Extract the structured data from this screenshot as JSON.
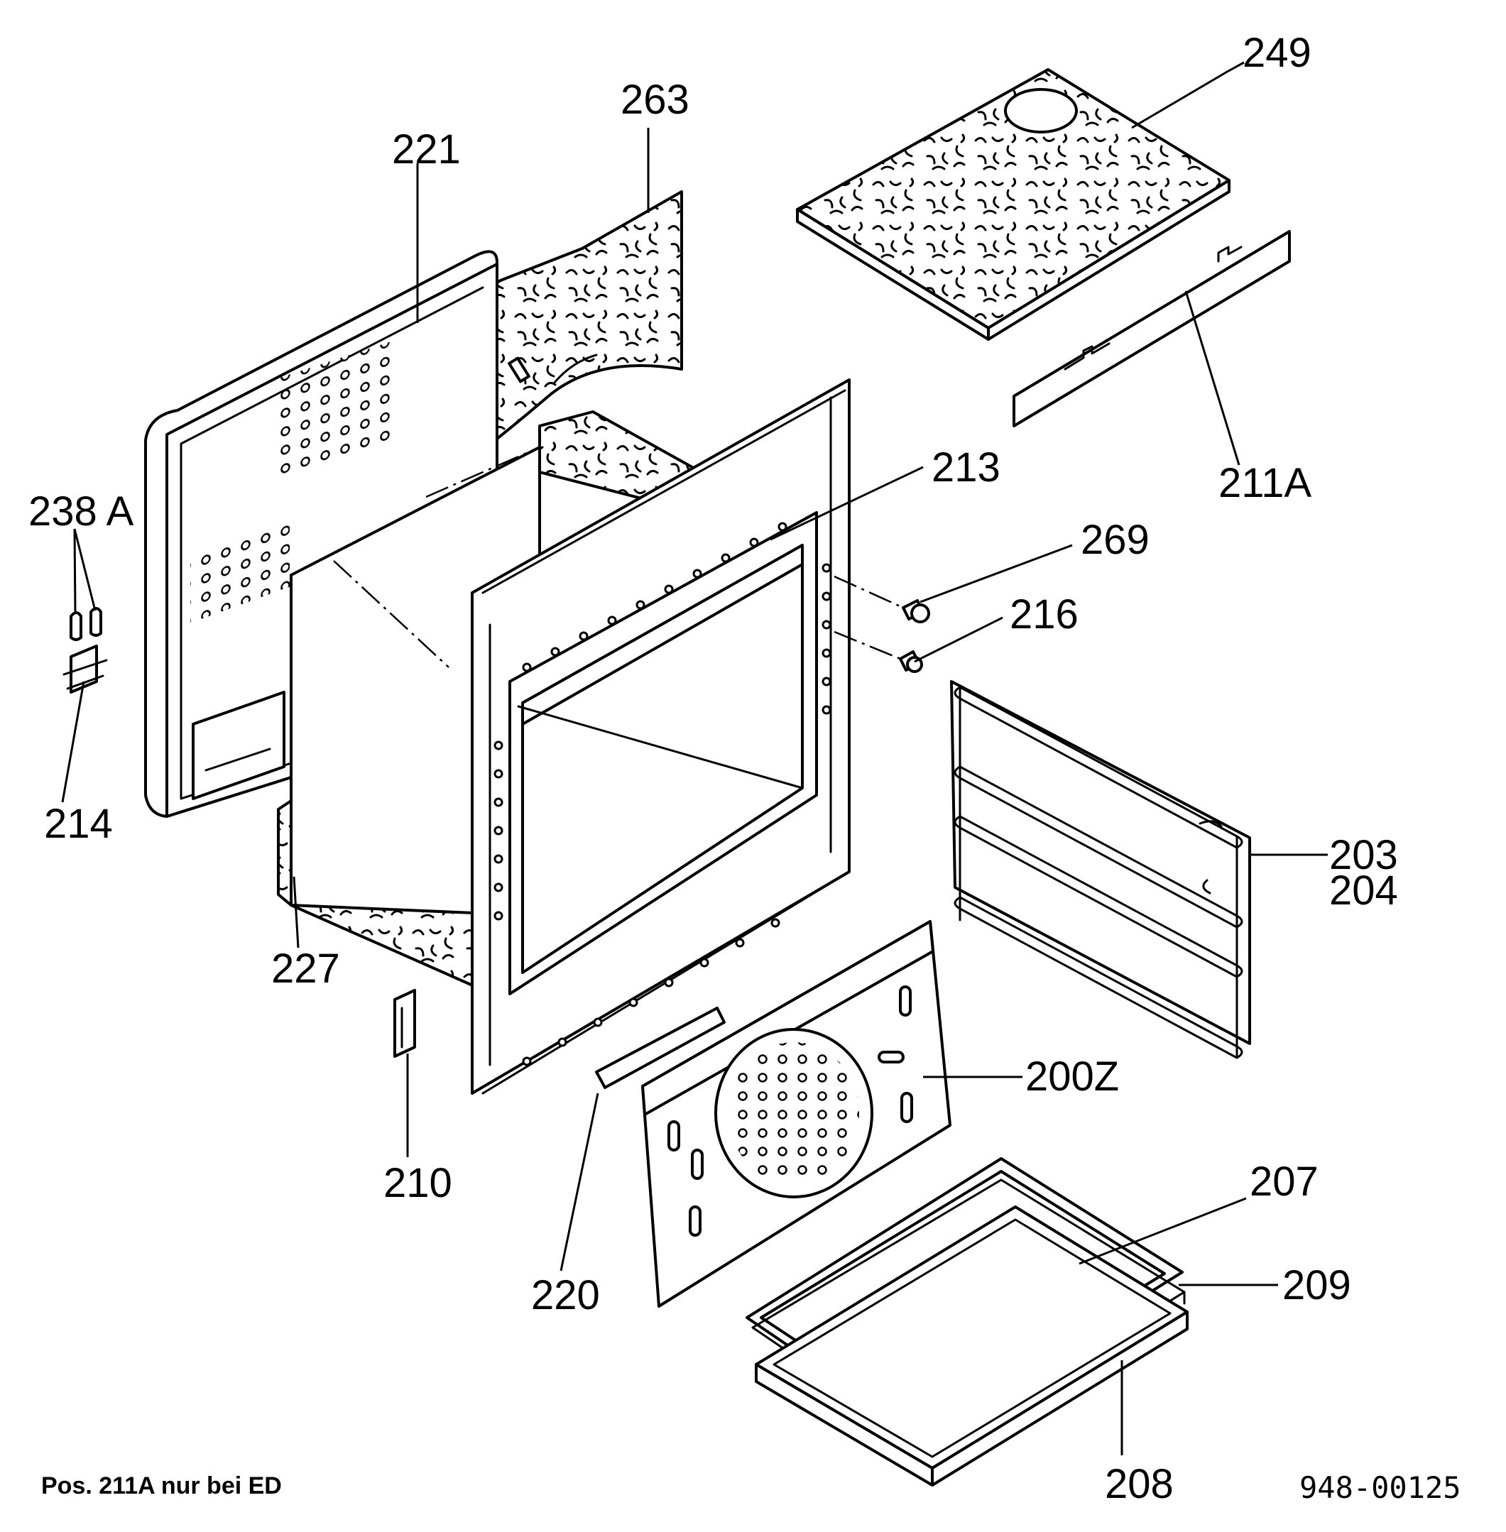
{
  "diagram": {
    "callouts": {
      "p249": "249",
      "p263": "263",
      "p221": "221",
      "p211a": "211A",
      "p213": "213",
      "p238a": "238 A",
      "p269": "269",
      "p216": "216",
      "p214": "214",
      "p203": "203",
      "p204": "204",
      "p227": "227",
      "p200z": "200Z",
      "p210": "210",
      "p207": "207",
      "p220": "220",
      "p209": "209",
      "p208": "208"
    },
    "footnote": "Pos. 211A nur bei ED",
    "drawing_number": "948-00125"
  }
}
